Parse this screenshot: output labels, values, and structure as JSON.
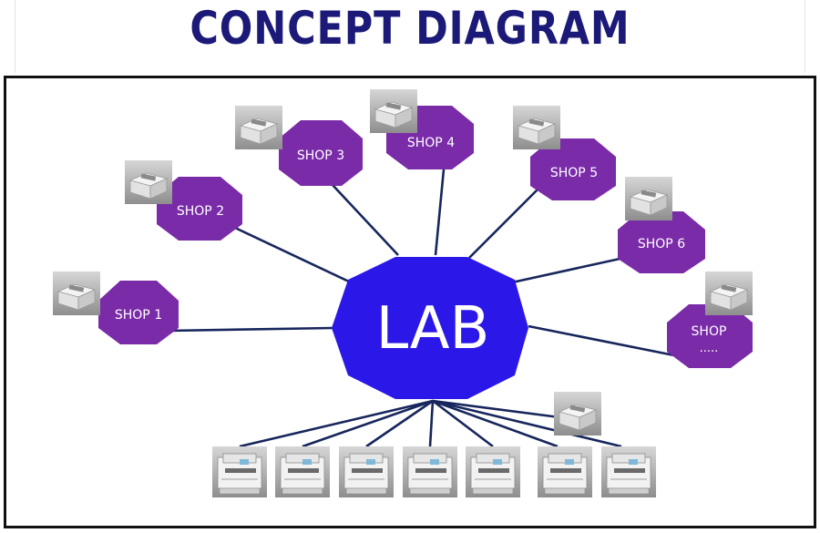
{
  "header": {
    "title": "CONCEPT DIAGRAM"
  },
  "hub": {
    "label": "LAB"
  },
  "shops": [
    {
      "label": "SHOP 1",
      "sublabel": ""
    },
    {
      "label": "SHOP 2",
      "sublabel": ""
    },
    {
      "label": "SHOP 3",
      "sublabel": ""
    },
    {
      "label": "SHOP 4",
      "sublabel": ""
    },
    {
      "label": "SHOP 5",
      "sublabel": ""
    },
    {
      "label": "SHOP 6",
      "sublabel": ""
    },
    {
      "label": "SHOP",
      "sublabel": "....."
    }
  ],
  "devices": {
    "printer_icon": "printer-icon",
    "lab_machine_icon": "lab-machine-icon",
    "lab_machine_count": 7
  },
  "colors": {
    "title": "#1c1a78",
    "hub_fill": "#2b18e8",
    "shop_fill": "#7a2ba8",
    "connector": "#17265c",
    "frame": "#111111",
    "label_text": "#ffffff"
  }
}
